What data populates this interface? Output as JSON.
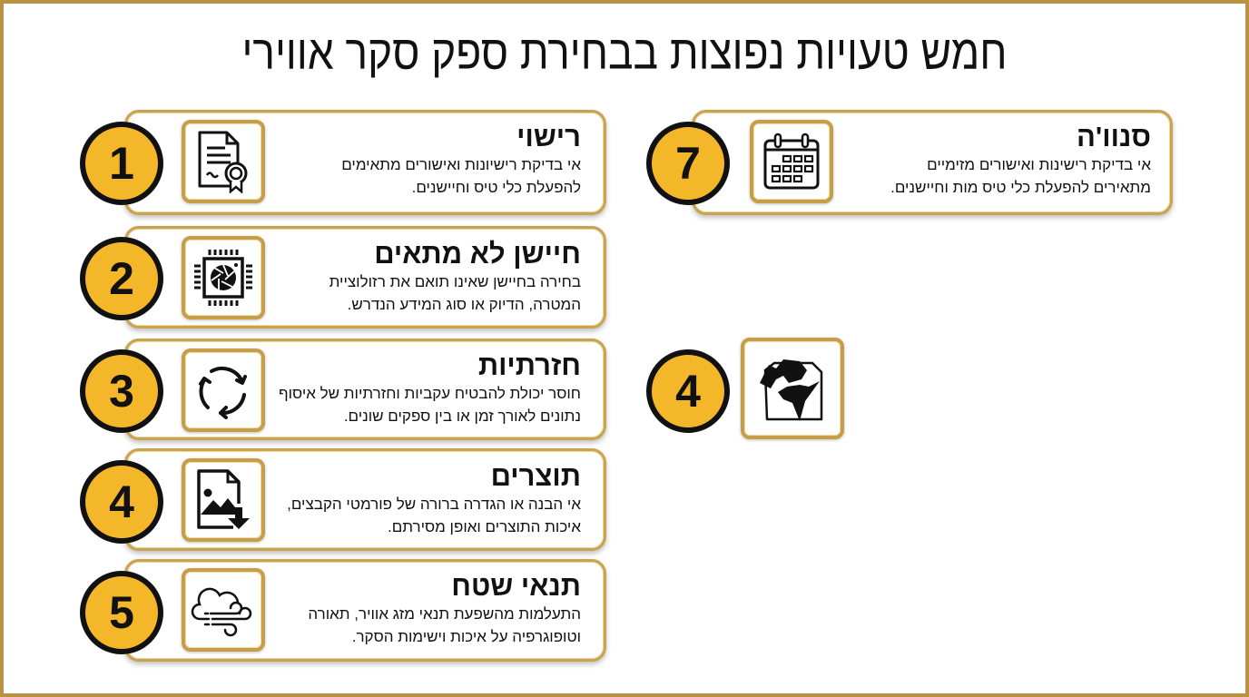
{
  "title": "חמש טעויות נפוצות בבחירת ספק סקר אווירי",
  "colors": {
    "gold": "#c69d48",
    "badge_fill": "#f4b72a",
    "badge_stroke": "#111111",
    "frame": "#b99242"
  },
  "cards": [
    {
      "number": "1",
      "icon": "certificate-icon",
      "title": "רישוי",
      "desc_line1": "אי בדיקת רישיונות ואישורים מתאימים",
      "desc_line2": "להפעלת כלי טיס וחיישנים."
    },
    {
      "number": "2",
      "icon": "camera-sensor-chip-icon",
      "title": "חיישן לא מתאים",
      "desc_line1": "בחירה בחיישן שאינו תואם את רזולוציית",
      "desc_line2": "המטרה, הדיוק או סוג המידע הנדרש."
    },
    {
      "number": "3",
      "icon": "refresh-cycle-icon",
      "title": "חזרתיות",
      "desc_line1": "חוסר יכולת להבטיח עקביות וחזרתיות של איסוף",
      "desc_line2": "נתונים לאורך זמן או בין ספקים שונים."
    },
    {
      "number": "4",
      "icon": "image-file-download-icon",
      "title": "תוצרים",
      "desc_line1": "אי הבנה או הגדרה ברורה של פורמטי הקבצים,",
      "desc_line2": "איכות התוצרים ואופן מסירתם."
    },
    {
      "number": "5",
      "icon": "cloud-wind-icon",
      "title": "תנאי שטח",
      "desc_line1": "התעלמות מהשפעת תנאי מזג אוויר, תאורה",
      "desc_line2": "וטופוגרפיה על איכות וישימות הסקר."
    }
  ],
  "right_cards": [
    {
      "number": "7",
      "icon": "calendar-icon",
      "title": "סנוו'ה",
      "desc_line1": "אי בדיקת רישינות ואישורים מזימיים",
      "desc_line2": "מתאירים להפעלת כלי טיס מות וחיישנים."
    }
  ],
  "standalone": {
    "number": "4",
    "icon": "map-document-icon"
  }
}
